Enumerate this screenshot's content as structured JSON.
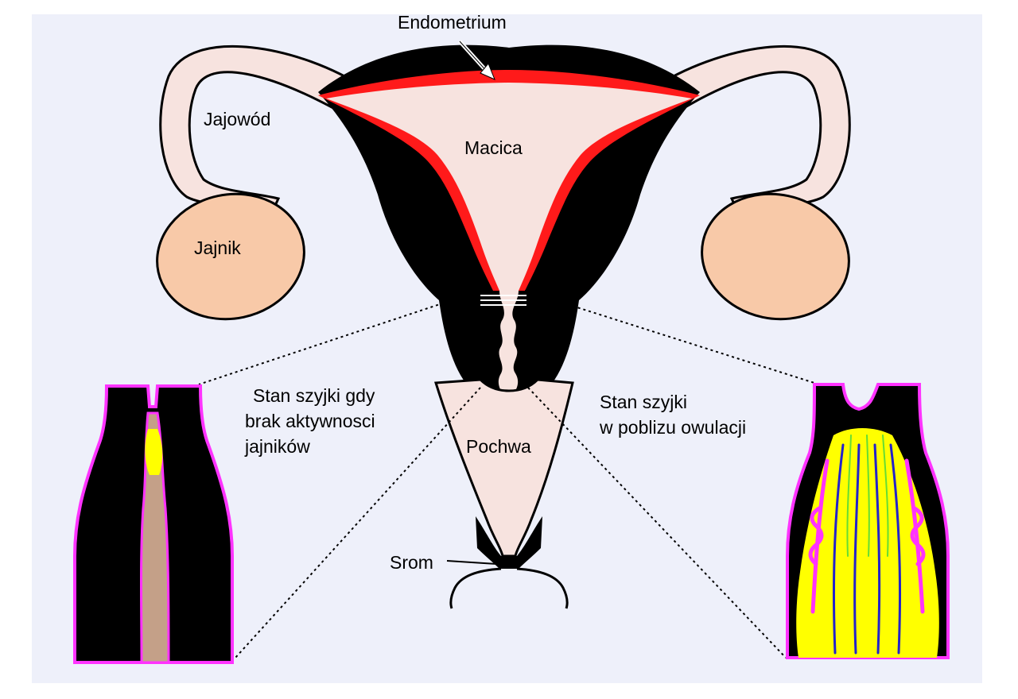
{
  "labels": {
    "endometrium": "Endometrium",
    "fallopian_tube": "Jajowód",
    "uterus": "Macica",
    "ovary": "Jajnik",
    "vagina": "Pochwa",
    "vulva": "Srom",
    "cervix_inactive": [
      "Stan szyjki gdy",
      "brak aktywnosci",
      "jajników"
    ],
    "cervix_ovulation": [
      "Stan szyjki",
      "w poblizu owulacji"
    ]
  },
  "colors": {
    "background": "#eef0fa",
    "tissue": "#000000",
    "cavity": "#f7e3df",
    "endometrium": "#ff1a1a",
    "ovary": "#f8c9a8",
    "mucus_tan": "#c4a088",
    "mucus_yellow": "#ffff00",
    "border_magenta": "#ff33ff",
    "crypt_blue": "#2222cc",
    "crypt_green": "#66dd33"
  }
}
